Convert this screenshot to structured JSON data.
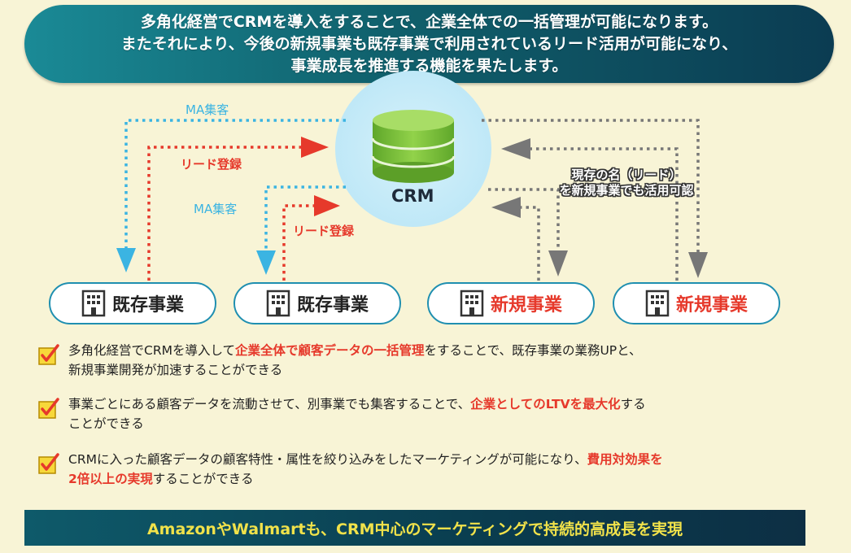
{
  "banner": {
    "line1": "多角化経営でCRMを導入をすることで、企業全体での一括管理が可能になります。",
    "line2": "またそれにより、今後の新規事業も既存事業で利用されているリード活用が可能になり、",
    "line3": "事業成長を推進する機能を果たします。"
  },
  "diagram": {
    "center_label": "CRM",
    "ma_label": "MA集客",
    "lead_label": "リード登録",
    "gray_note_line1": "現存の名（リード）",
    "gray_note_line2": "を新規事業でも活用可認",
    "businesses": [
      {
        "label": "既存事業",
        "icon": "building-icon",
        "color": "#222222"
      },
      {
        "label": "既存事業",
        "icon": "building-icon",
        "color": "#222222"
      },
      {
        "label": "新規事業",
        "icon": "building-icon",
        "color": "#e6392b"
      },
      {
        "label": "新規事業",
        "icon": "building-icon",
        "color": "#e6392b"
      }
    ]
  },
  "checks": [
    {
      "segments": [
        "多角化経営でCRMを導入して",
        "企業全体で顧客データの一括管理",
        "をすることで、既存事業の業務UPと、",
        "新規事業開発が加速することができる"
      ]
    },
    {
      "segments": [
        "事業ごとにある顧客データを流動させて、別事業でも集客することで、",
        "企業としてのLTVを最大化",
        "する",
        "ことができる"
      ]
    },
    {
      "segments": [
        "CRMに入った顧客データの顧客特性・属性を絞り込みをしたマーケティングが可能になり、",
        "費用対効果を",
        "2倍以上の実現",
        "することができる"
      ]
    }
  ],
  "footer": "AmazonやWalmartも、CRM中心のマーケティングで持続的高成長を実現",
  "colors": {
    "blue": "#3bb4e2",
    "red": "#e6392b",
    "gray": "#777777",
    "teal": "#1f8fb0",
    "footer_text": "#f1e24a"
  }
}
